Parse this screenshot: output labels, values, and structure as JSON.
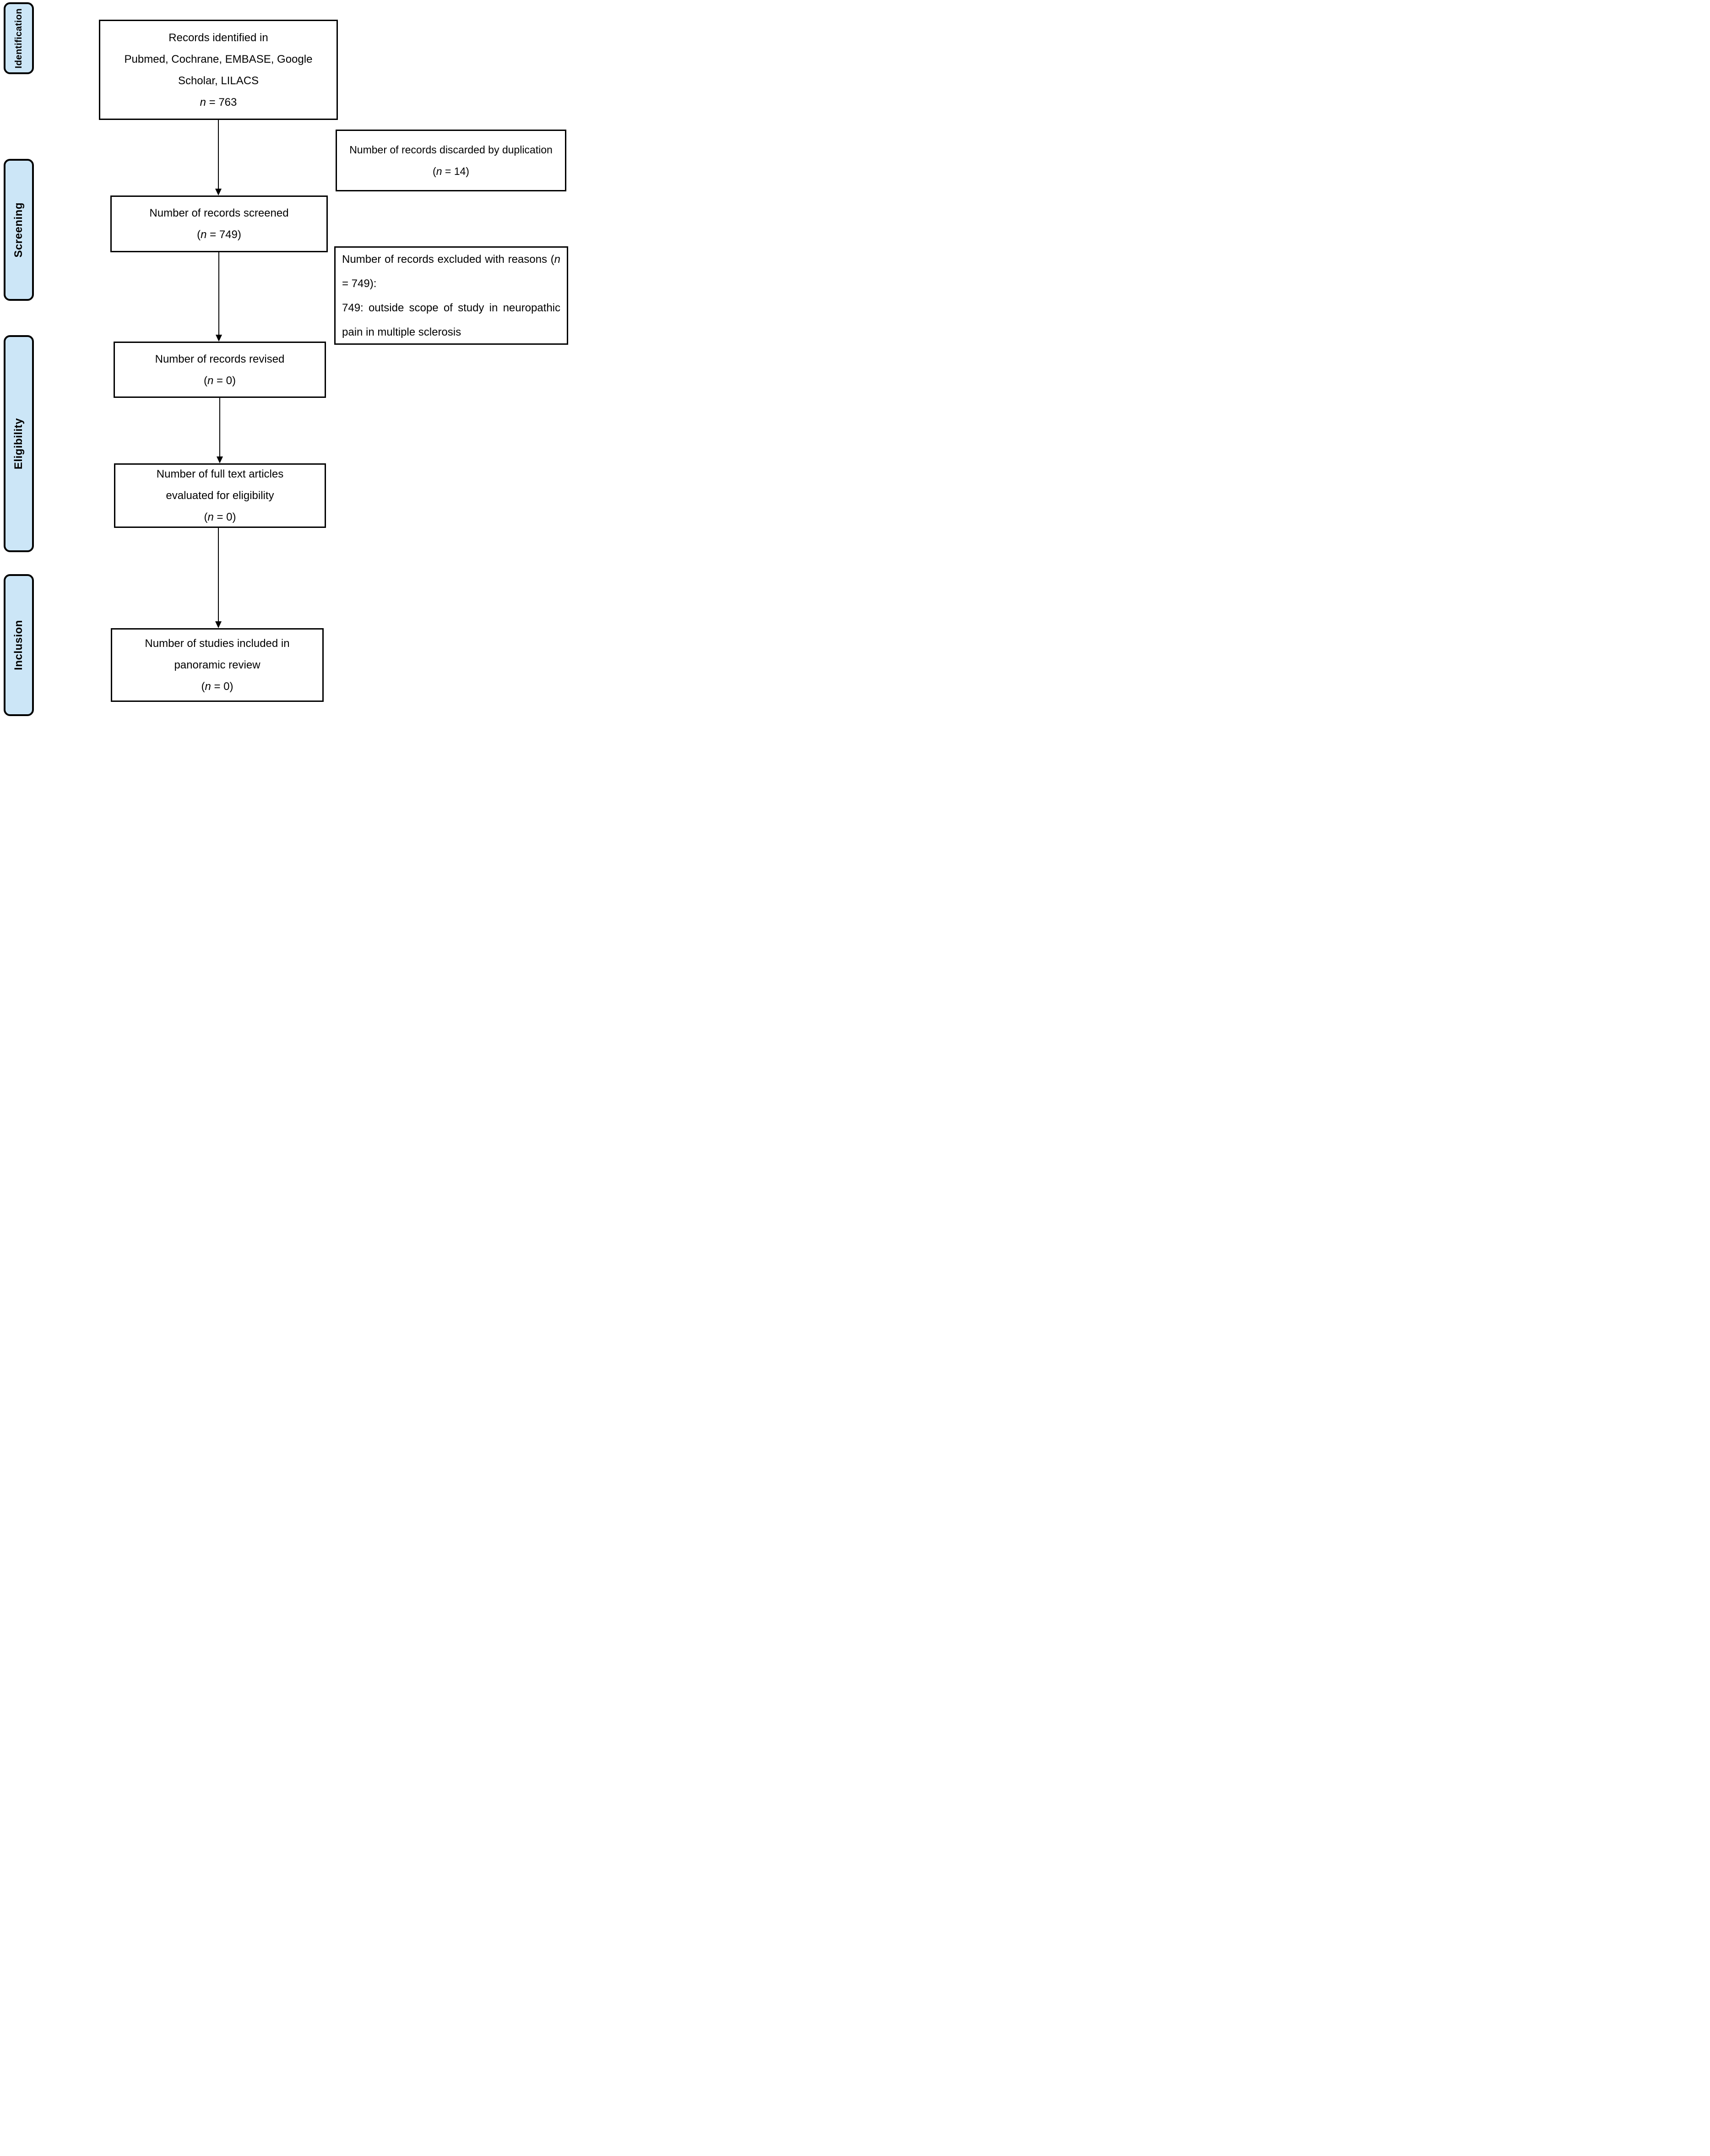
{
  "title": "PRISMA flow diagram",
  "colors": {
    "stage_fill": "#cce6f7",
    "stage_border": "#000000",
    "box_border": "#000000",
    "arrow": "#000000",
    "text": "#000000",
    "background": "#ffffff"
  },
  "stages": [
    {
      "label": "Identification"
    },
    {
      "label": "Screening"
    },
    {
      "label": "Eligibility"
    },
    {
      "label": "Inclusion"
    }
  ],
  "boxes": {
    "identified": {
      "line1": "Records identified in",
      "line2": "Pubmed, Cochrane, EMBASE, Google",
      "line3": "Scholar, LILACS",
      "n_var": "n",
      "n_rest": " = 763"
    },
    "discarded": {
      "line1": "Number of records discarded by duplication",
      "n_open": "(",
      "n_var": "n",
      "n_rest": " = 14)"
    },
    "screened": {
      "line1": "Number of records screened",
      "n_open": "(",
      "n_var": "n",
      "n_rest": " = 749)"
    },
    "excluded": {
      "p1_before": "Number of records excluded with reasons (",
      "p1_var": "n",
      "p1_after": " = 749):",
      "p2": "749: outside scope of study in neuropathic pain in multiple sclerosis"
    },
    "revised": {
      "line1": "Number of records revised",
      "n_open": "(",
      "n_var": "n",
      "n_rest": " = 0)"
    },
    "fulltext": {
      "line1": "Number of full text articles",
      "line2": "evaluated for eligibility",
      "n_open": "(",
      "n_var": "n",
      "n_rest": " = 0)"
    },
    "included": {
      "line1": "Number of studies included in",
      "line2": "panoramic review",
      "n_open": "(",
      "n_var": "n",
      "n_rest": " = 0)"
    }
  }
}
